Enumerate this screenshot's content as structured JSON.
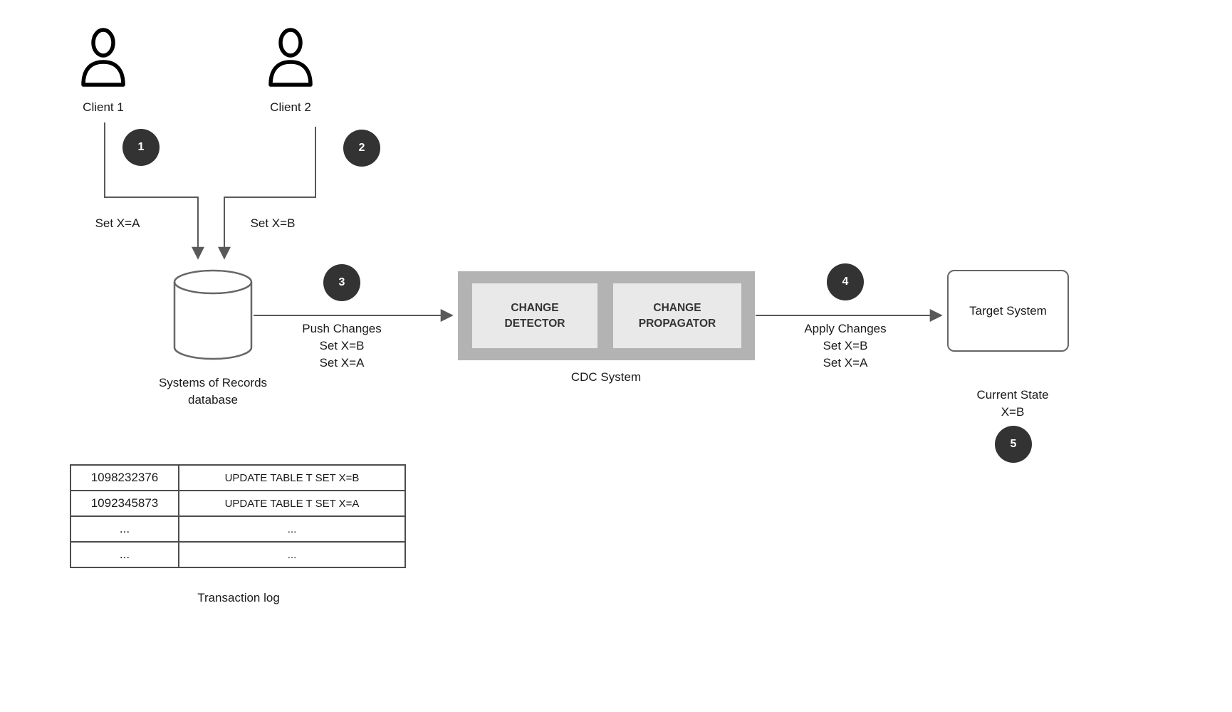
{
  "clients": [
    {
      "label": "Client 1",
      "action": "Set X=A"
    },
    {
      "label": "Client 2",
      "action": "Set X=B"
    }
  ],
  "steps": [
    "1",
    "2",
    "3",
    "4",
    "5"
  ],
  "database": {
    "label_line1": "Systems of Records",
    "label_line2": "database"
  },
  "push_changes": {
    "title": "Push Changes",
    "line1": "Set X=B",
    "line2": "Set X=A"
  },
  "cdc": {
    "detector_label": "CHANGE DETECTOR",
    "propagator_label": "CHANGE PROPAGATOR",
    "caption": "CDC System"
  },
  "apply_changes": {
    "title": "Apply Changes",
    "line1": "Set X=B",
    "line2": "Set X=A"
  },
  "target": {
    "label": "Target System"
  },
  "current_state": {
    "title": "Current State",
    "value": "X=B"
  },
  "transaction_log": {
    "caption": "Transaction log",
    "rows": [
      {
        "id": "1098232376",
        "statement": "UPDATE TABLE T SET X=B"
      },
      {
        "id": "1092345873",
        "statement": "UPDATE TABLE T SET X=A"
      },
      {
        "id": "...",
        "statement": "..."
      },
      {
        "id": "...",
        "statement": "..."
      }
    ]
  },
  "colors": {
    "badge_bg": "#333333",
    "badge_text": "#ffffff",
    "cdc_outer_bg": "#b3b3b3",
    "cdc_inner_bg": "#e9e9e9",
    "connector": "#595959",
    "table_border": "#4d4d4d",
    "text": "#1a1a1a"
  }
}
